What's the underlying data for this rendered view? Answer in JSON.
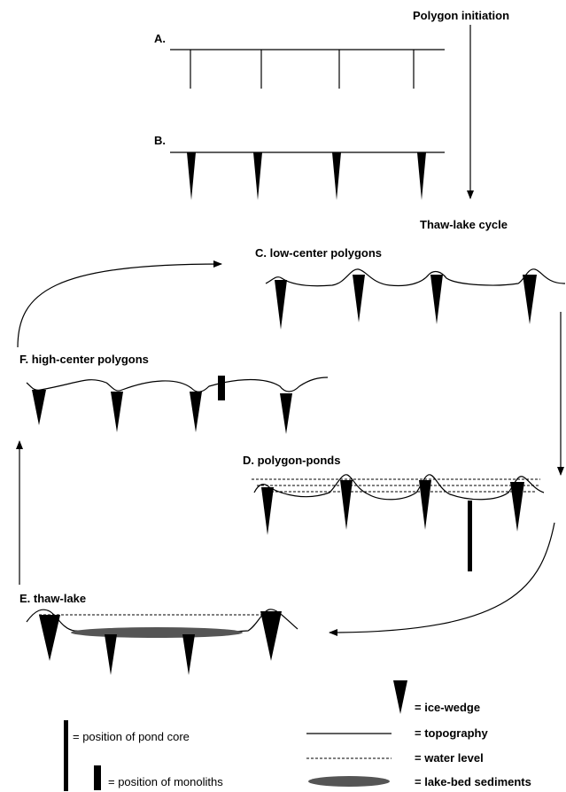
{
  "labels": {
    "polygon_initiation": "Polygon initiation",
    "stage_a": "A.",
    "stage_b": "B.",
    "thaw_lake_cycle": "Thaw-lake cycle",
    "stage_c": "C. low-center polygons",
    "stage_d": "D. polygon-ponds",
    "stage_e": "E. thaw-lake",
    "stage_f": "F. high-center polygons"
  },
  "legend": {
    "ice_wedge": "= ice-wedge",
    "topography": "= topography",
    "water_level": "= water level",
    "lake_bed": "= lake-bed sediments",
    "pond_core": "= position of pond core",
    "monoliths": "= position of monoliths"
  },
  "colors": {
    "ink": "#000000",
    "sediment": "#555555"
  }
}
